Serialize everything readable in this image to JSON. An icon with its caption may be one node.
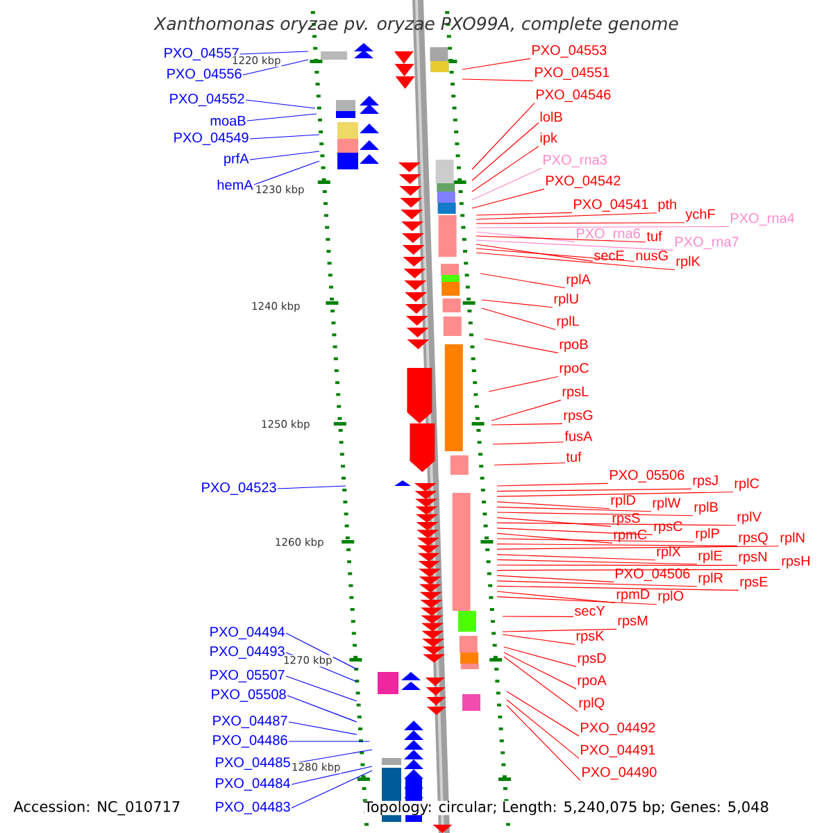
{
  "diagram": {
    "title": "Xanthomonas oryzae pv. oryzae PXO99A, complete genome",
    "nodes": [
      {
        "text": [
          "PXO_04557"
        ]
      },
      {
        "text": [
          "PXO_04556"
        ]
      },
      {
        "text": [
          "PXO_04552"
        ]
      },
      {
        "text": [
          "moaB"
        ]
      },
      {
        "text": [
          "PXO_04549"
        ]
      },
      {
        "text": [
          "prfA"
        ]
      },
      {
        "text": [
          "hemA"
        ]
      },
      {
        "text": [
          "PXO_04523"
        ]
      },
      {
        "text": [
          "PXO_04494"
        ]
      },
      {
        "text": [
          "PXO_04493"
        ]
      },
      {
        "text": [
          "PXO_05507"
        ]
      },
      {
        "text": [
          "PXO_05508"
        ]
      },
      {
        "text": [
          "PXO_04487"
        ]
      },
      {
        "text": [
          "PXO_04486"
        ]
      },
      {
        "text": [
          "PXO_04485"
        ]
      },
      {
        "text": [
          "PXO_04484"
        ]
      },
      {
        "text": [
          "PXO_04483"
        ]
      },
      {
        "text": [
          "PXO_04553"
        ]
      },
      {
        "text": [
          "PXO_04551"
        ]
      },
      {
        "text": [
          "PXO_04546"
        ]
      },
      {
        "text": [
          "lolB"
        ]
      },
      {
        "text": [
          "ipk"
        ]
      },
      {
        "text": [
          "PXO_rna3"
        ]
      },
      {
        "text": [
          "PXO_04542"
        ]
      },
      {
        "text": [
          "PXO_04541"
        ]
      },
      {
        "text": [
          "pth"
        ]
      },
      {
        "text": [
          "ychF"
        ]
      },
      {
        "text": [
          "PXO_rna4"
        ]
      },
      {
        "text": [
          "PXO_rna6"
        ]
      },
      {
        "text": [
          "tuf"
        ]
      },
      {
        "text": [
          "PXO_rna7"
        ]
      },
      {
        "text": [
          "secE"
        ]
      },
      {
        "text": [
          "nusG"
        ]
      },
      {
        "text": [
          "rplK"
        ]
      },
      {
        "text": [
          "rplA"
        ]
      },
      {
        "text": [
          "rplU"
        ]
      },
      {
        "text": [
          "rplL"
        ]
      },
      {
        "text": [
          "rpoB"
        ]
      },
      {
        "text": [
          "rpoC"
        ]
      },
      {
        "text": [
          "rpsL"
        ]
      },
      {
        "text": [
          "rpsG"
        ]
      },
      {
        "text": [
          "fusA"
        ]
      },
      {
        "text": [
          "tuf"
        ]
      },
      {
        "text": [
          "PXO_05506"
        ]
      },
      {
        "text": [
          "rpsJ"
        ]
      },
      {
        "text": [
          "rplC"
        ]
      },
      {
        "text": [
          "rplD"
        ]
      },
      {
        "text": [
          "rplW"
        ]
      },
      {
        "text": [
          "rplB"
        ]
      },
      {
        "text": [
          "rpsS"
        ]
      },
      {
        "text": [
          "rplV"
        ]
      },
      {
        "text": [
          "rpsC"
        ]
      },
      {
        "text": [
          "rpmC"
        ]
      },
      {
        "text": [
          "rplP"
        ]
      },
      {
        "text": [
          "rpsQ"
        ]
      },
      {
        "text": [
          "rplN"
        ]
      },
      {
        "text": [
          "rplX"
        ]
      },
      {
        "text": [
          "rplE"
        ]
      },
      {
        "text": [
          "rpsN"
        ]
      },
      {
        "text": [
          "rpsH"
        ]
      },
      {
        "text": [
          "PXO_04506"
        ]
      },
      {
        "text": [
          "rplR"
        ]
      },
      {
        "text": [
          "rpsE"
        ]
      },
      {
        "text": [
          "rpmD"
        ]
      },
      {
        "text": [
          "rplO"
        ]
      },
      {
        "text": [
          "secY"
        ]
      },
      {
        "text": [
          "rpsM"
        ]
      },
      {
        "text": [
          "rpsK"
        ]
      },
      {
        "text": [
          "rpsD"
        ]
      },
      {
        "text": [
          "rpoA"
        ]
      },
      {
        "text": [
          "rplQ"
        ]
      },
      {
        "text": [
          "PXO_04492"
        ]
      },
      {
        "text": [
          "PXO_04491"
        ]
      },
      {
        "text": [
          "PXO_04490"
        ]
      }
    ],
    "edges": [
      {
        "from": 0,
        "to": null,
        "arrow": "none",
        "color": "#0000ff"
      },
      {
        "from": 1,
        "to": null,
        "arrow": "none",
        "color": "#0000ff"
      },
      {
        "from": 2,
        "to": null,
        "arrow": "none",
        "color": "#0000ff"
      },
      {
        "from": 3,
        "to": null,
        "arrow": "none",
        "color": "#0000ff"
      },
      {
        "from": 4,
        "to": null,
        "arrow": "none",
        "color": "#0000ff"
      },
      {
        "from": 5,
        "to": null,
        "arrow": "none",
        "color": "#0000ff"
      },
      {
        "from": 6,
        "to": null,
        "arrow": "none",
        "color": "#0000ff"
      },
      {
        "from": 7,
        "to": null,
        "arrow": "none",
        "color": "#0000ff"
      },
      {
        "from": 8,
        "to": null,
        "arrow": "none",
        "color": "#0000ff"
      },
      {
        "from": 9,
        "to": null,
        "arrow": "none",
        "color": "#0000ff"
      },
      {
        "from": 10,
        "to": null,
        "arrow": "none",
        "color": "#0000ff"
      },
      {
        "from": 11,
        "to": null,
        "arrow": "none",
        "color": "#0000ff"
      },
      {
        "from": 12,
        "to": null,
        "arrow": "none",
        "color": "#0000ff"
      },
      {
        "from": 13,
        "to": null,
        "arrow": "none",
        "color": "#0000ff"
      },
      {
        "from": 14,
        "to": null,
        "arrow": "none",
        "color": "#0000ff"
      },
      {
        "from": 15,
        "to": null,
        "arrow": "none",
        "color": "#0000ff"
      },
      {
        "from": 16,
        "to": null,
        "arrow": "none",
        "color": "#0000ff"
      },
      {
        "from": 17,
        "to": null,
        "arrow": "none"
      },
      {
        "from": 18,
        "to": null,
        "arrow": "none"
      },
      {
        "from": 19,
        "to": null,
        "arrow": "none"
      },
      {
        "from": 20,
        "to": null,
        "arrow": "none"
      },
      {
        "from": 21,
        "to": null,
        "arrow": "none"
      },
      {
        "from": 22,
        "to": null,
        "arrow": "none",
        "color": "#ff88cc"
      },
      {
        "from": 23,
        "to": null,
        "arrow": "none"
      },
      {
        "from": 24,
        "to": null,
        "arrow": "none"
      },
      {
        "from": 25,
        "to": null,
        "arrow": "none"
      },
      {
        "from": 26,
        "to": null,
        "arrow": "none"
      },
      {
        "from": 27,
        "to": null,
        "arrow": "none",
        "color": "#ff88cc"
      },
      {
        "from": 28,
        "to": null,
        "arrow": "none",
        "color": "#ff88cc"
      },
      {
        "from": 29,
        "to": null,
        "arrow": "none"
      },
      {
        "from": 30,
        "to": null,
        "arrow": "none",
        "color": "#ff88cc"
      },
      {
        "from": 31,
        "to": null,
        "arrow": "none"
      },
      {
        "from": 32,
        "to": null,
        "arrow": "none"
      },
      {
        "from": 33,
        "to": null,
        "arrow": "none"
      },
      {
        "from": 34,
        "to": null,
        "arrow": "none"
      },
      {
        "from": 35,
        "to": null,
        "arrow": "none"
      },
      {
        "from": 36,
        "to": null,
        "arrow": "none"
      },
      {
        "from": 37,
        "to": null,
        "arrow": "none"
      },
      {
        "from": 38,
        "to": null,
        "arrow": "none"
      },
      {
        "from": 39,
        "to": null,
        "arrow": "none"
      },
      {
        "from": 40,
        "to": null,
        "arrow": "none"
      },
      {
        "from": 41,
        "to": null,
        "arrow": "none"
      },
      {
        "from": 42,
        "to": null,
        "arrow": "none"
      },
      {
        "from": 43,
        "to": null,
        "arrow": "none"
      },
      {
        "from": 44,
        "to": null,
        "arrow": "none"
      },
      {
        "from": 45,
        "to": null,
        "arrow": "none"
      },
      {
        "from": 46,
        "to": null,
        "arrow": "none"
      },
      {
        "from": 47,
        "to": null,
        "arrow": "none"
      },
      {
        "from": 48,
        "to": null,
        "arrow": "none"
      },
      {
        "from": 49,
        "to": null,
        "arrow": "none"
      },
      {
        "from": 50,
        "to": null,
        "arrow": "none"
      },
      {
        "from": 51,
        "to": null,
        "arrow": "none"
      },
      {
        "from": 52,
        "to": null,
        "arrow": "none"
      },
      {
        "from": 53,
        "to": null,
        "arrow": "none"
      },
      {
        "from": 54,
        "to": null,
        "arrow": "none"
      },
      {
        "from": 55,
        "to": null,
        "arrow": "none"
      },
      {
        "from": 56,
        "to": null,
        "arrow": "none"
      },
      {
        "from": 57,
        "to": null,
        "arrow": "none"
      },
      {
        "from": 58,
        "to": null,
        "arrow": "none"
      },
      {
        "from": 59,
        "to": null,
        "arrow": "none"
      },
      {
        "from": 60,
        "to": null,
        "arrow": "none"
      },
      {
        "from": 61,
        "to": null,
        "arrow": "none"
      },
      {
        "from": 62,
        "to": null,
        "arrow": "none"
      },
      {
        "from": 63,
        "to": null,
        "arrow": "none"
      },
      {
        "from": 64,
        "to": null,
        "arrow": "none"
      },
      {
        "from": 65,
        "to": null,
        "arrow": "none"
      },
      {
        "from": 66,
        "to": null,
        "arrow": "none"
      },
      {
        "from": 67,
        "to": null,
        "arrow": "none"
      },
      {
        "from": 68,
        "to": null,
        "arrow": "none"
      },
      {
        "from": 69,
        "to": null,
        "arrow": "none"
      },
      {
        "from": 70,
        "to": null,
        "arrow": "none"
      },
      {
        "from": 71,
        "to": null,
        "arrow": "none"
      },
      {
        "from": 72,
        "to": null,
        "arrow": "none"
      },
      {
        "from": 73,
        "to": null,
        "arrow": "none"
      }
    ],
    "labels": [
      "1220 kbp",
      "1230 kbp",
      "1240 kbp",
      "1250 kbp",
      "1260 kbp",
      "1270 kbp",
      "1280 kbp",
      "Accession: NC_010717",
      "Topology: circular; Length: 5,240,075 bp; Genes: 5,048"
    ]
  }
}
